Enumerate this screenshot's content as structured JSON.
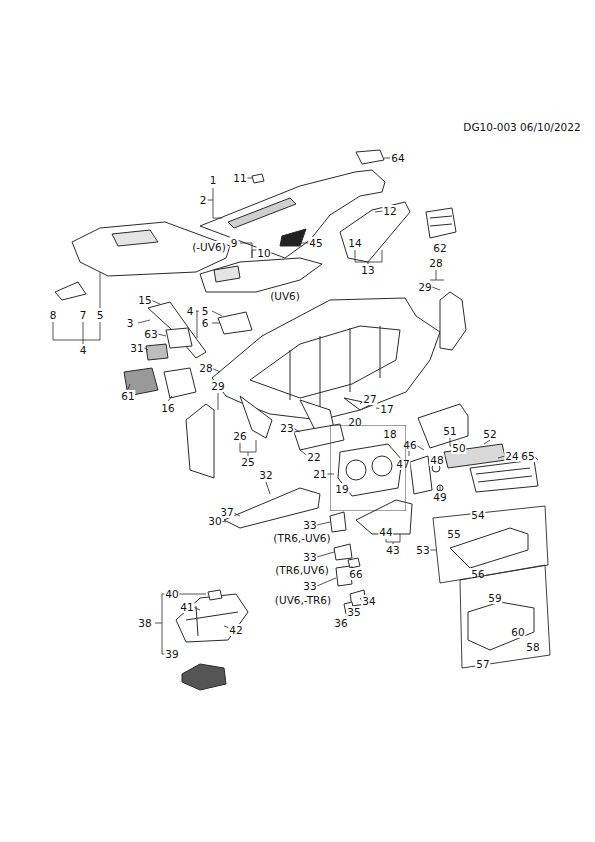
{
  "diagram": {
    "nodes": [
      {
        "text": [
          "18",
          "19"
        ]
      },
      {
        "text": [
          "54",
          "55",
          "56"
        ]
      },
      {
        "text": [
          "59",
          "60",
          "58",
          "57"
        ]
      }
    ],
    "labels": [
      "DG10-003 06/10/2022",
      "64",
      "11",
      "1",
      "2",
      "12",
      "9",
      "10",
      "45",
      "14",
      "62",
      "(-UV6)",
      "13",
      "28",
      "(UV6)",
      "29",
      "15",
      "4",
      "5",
      "6",
      "3",
      "8",
      "7",
      "5",
      "4",
      "63",
      "31",
      "28",
      "29",
      "61",
      "16",
      "27",
      "17",
      "20",
      "26",
      "23",
      "51",
      "52",
      "46",
      "25",
      "22",
      "21",
      "47",
      "48",
      "50",
      "24",
      "65",
      "49",
      "32",
      "37",
      "30",
      "33",
      "44",
      "43",
      "53",
      "(TR6,-UV6)",
      "33",
      "(TR6,UV6)",
      "66",
      "33",
      "34",
      "(UV6,-TR6)",
      "35",
      "36",
      "40",
      "41",
      "42",
      "38",
      "39"
    ]
  }
}
